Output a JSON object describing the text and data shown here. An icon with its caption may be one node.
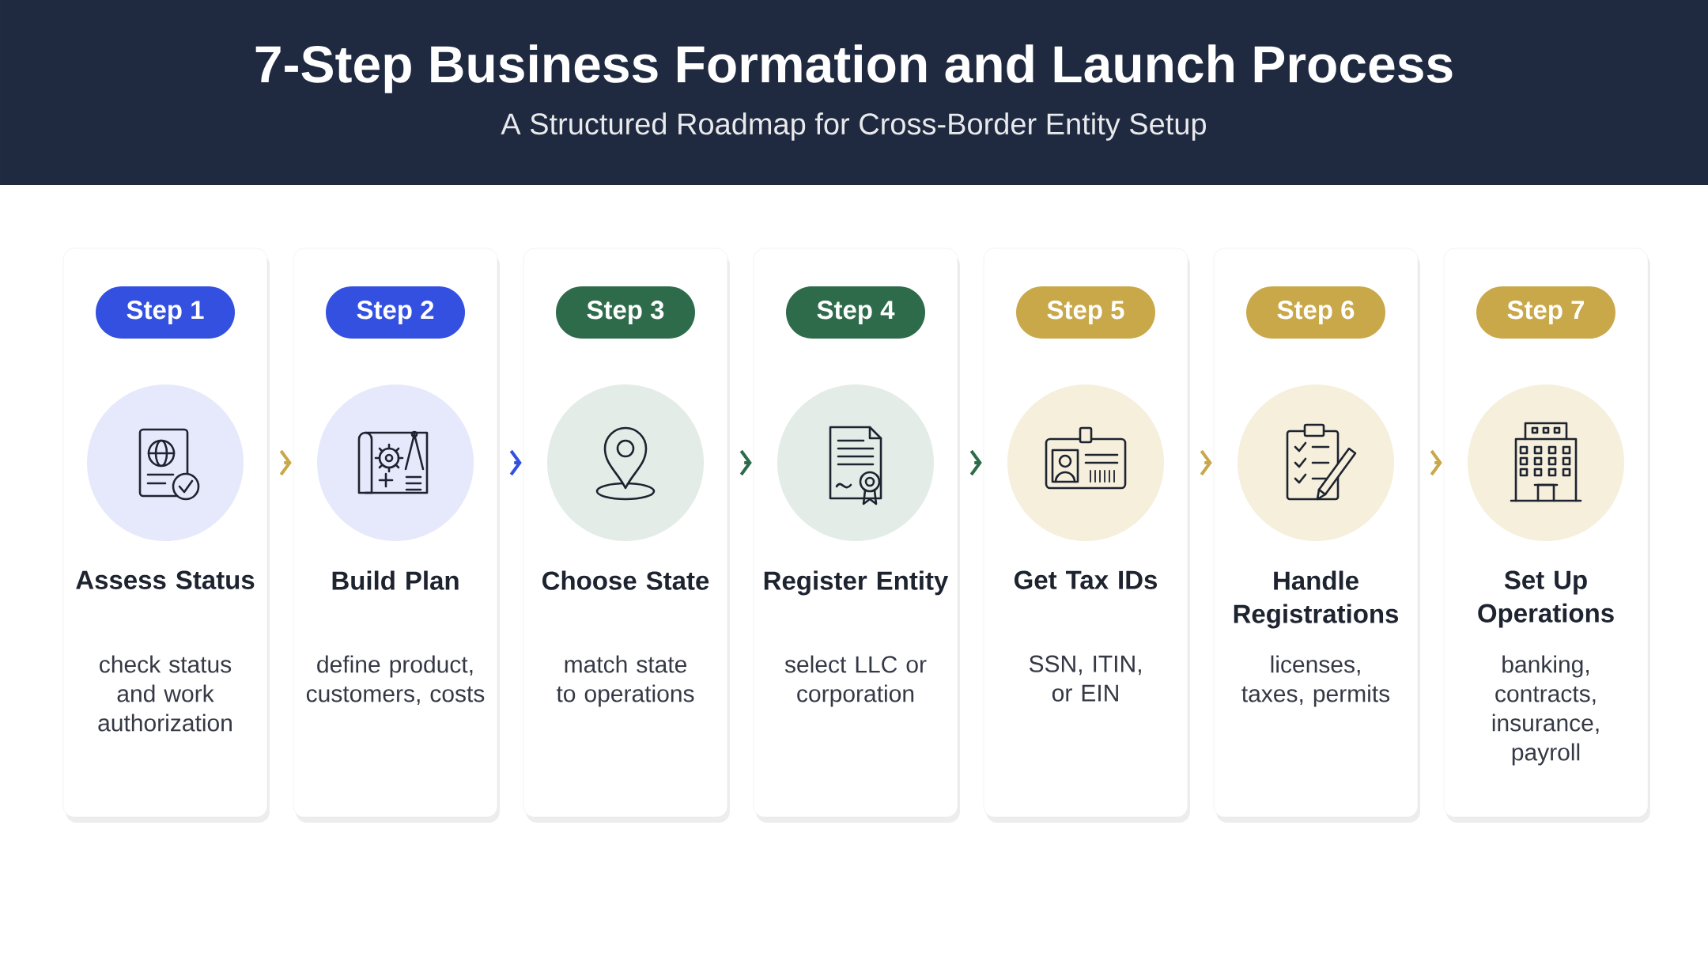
{
  "diagram": {
    "title": "7-Step Business Formation and Launch Process",
    "nodes": [
      {
        "text": [
          "Step 1",
          "Assess Status",
          "check status and work authorization"
        ]
      },
      {
        "text": [
          "Step 2",
          "Build Plan",
          "define product, customers, costs"
        ]
      },
      {
        "text": [
          "Step 3",
          "Choose State",
          "match state to operations"
        ]
      },
      {
        "text": [
          "Step 4",
          "Register Entity",
          "select LLC or corporation"
        ]
      },
      {
        "text": [
          "Step 5",
          "Get Tax IDs",
          "SSN, ITIN, or EIN"
        ]
      },
      {
        "text": [
          "Step 6",
          "Handle Registrations",
          "licenses, taxes, permits"
        ]
      },
      {
        "text": [
          "Step 7",
          "Set Up Operations",
          "banking, contracts, insurance, payroll"
        ]
      }
    ],
    "edges": [
      {
        "from": 0,
        "to": 1,
        "arrow": "to"
      },
      {
        "from": 1,
        "to": 2,
        "arrow": "to",
        "color": "#3350e0"
      },
      {
        "from": 2,
        "to": 3,
        "arrow": "to",
        "color": "#2e6b4b"
      },
      {
        "from": 3,
        "to": 4,
        "arrow": "to",
        "color": "#2e6b4b"
      },
      {
        "from": 4,
        "to": 5,
        "arrow": "to"
      },
      {
        "from": 5,
        "to": 6,
        "arrow": "to"
      }
    ],
    "labels": [
      "A Structured Roadmap for Cross-Border Entity Setup"
    ]
  }
}
